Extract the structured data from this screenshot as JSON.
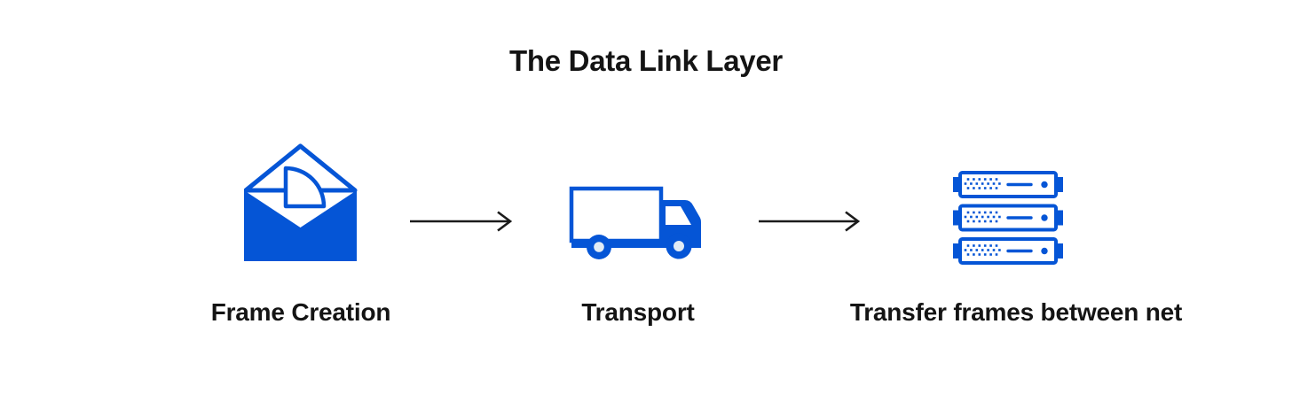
{
  "title": "The Data Link Layer",
  "diagram": {
    "nodes": [
      {
        "id": "frame-creation",
        "label": "Frame Creation",
        "icon": "open-envelope-frame-icon"
      },
      {
        "id": "transport",
        "label": "Transport",
        "icon": "delivery-truck-icon"
      },
      {
        "id": "transfer-frames",
        "label": "Transfer frames between net",
        "icon": "server-stack-icon"
      }
    ],
    "connectors": [
      {
        "from": "frame-creation",
        "to": "transport",
        "type": "arrow-right"
      },
      {
        "from": "transport",
        "to": "transfer-frames",
        "type": "arrow-right"
      }
    ]
  },
  "colors": {
    "accent_blue": "#0555d6",
    "icon_light_fill": "#e2ecf5",
    "text": "#141414",
    "arrow": "#1b1b1b",
    "background": "#ffffff"
  }
}
